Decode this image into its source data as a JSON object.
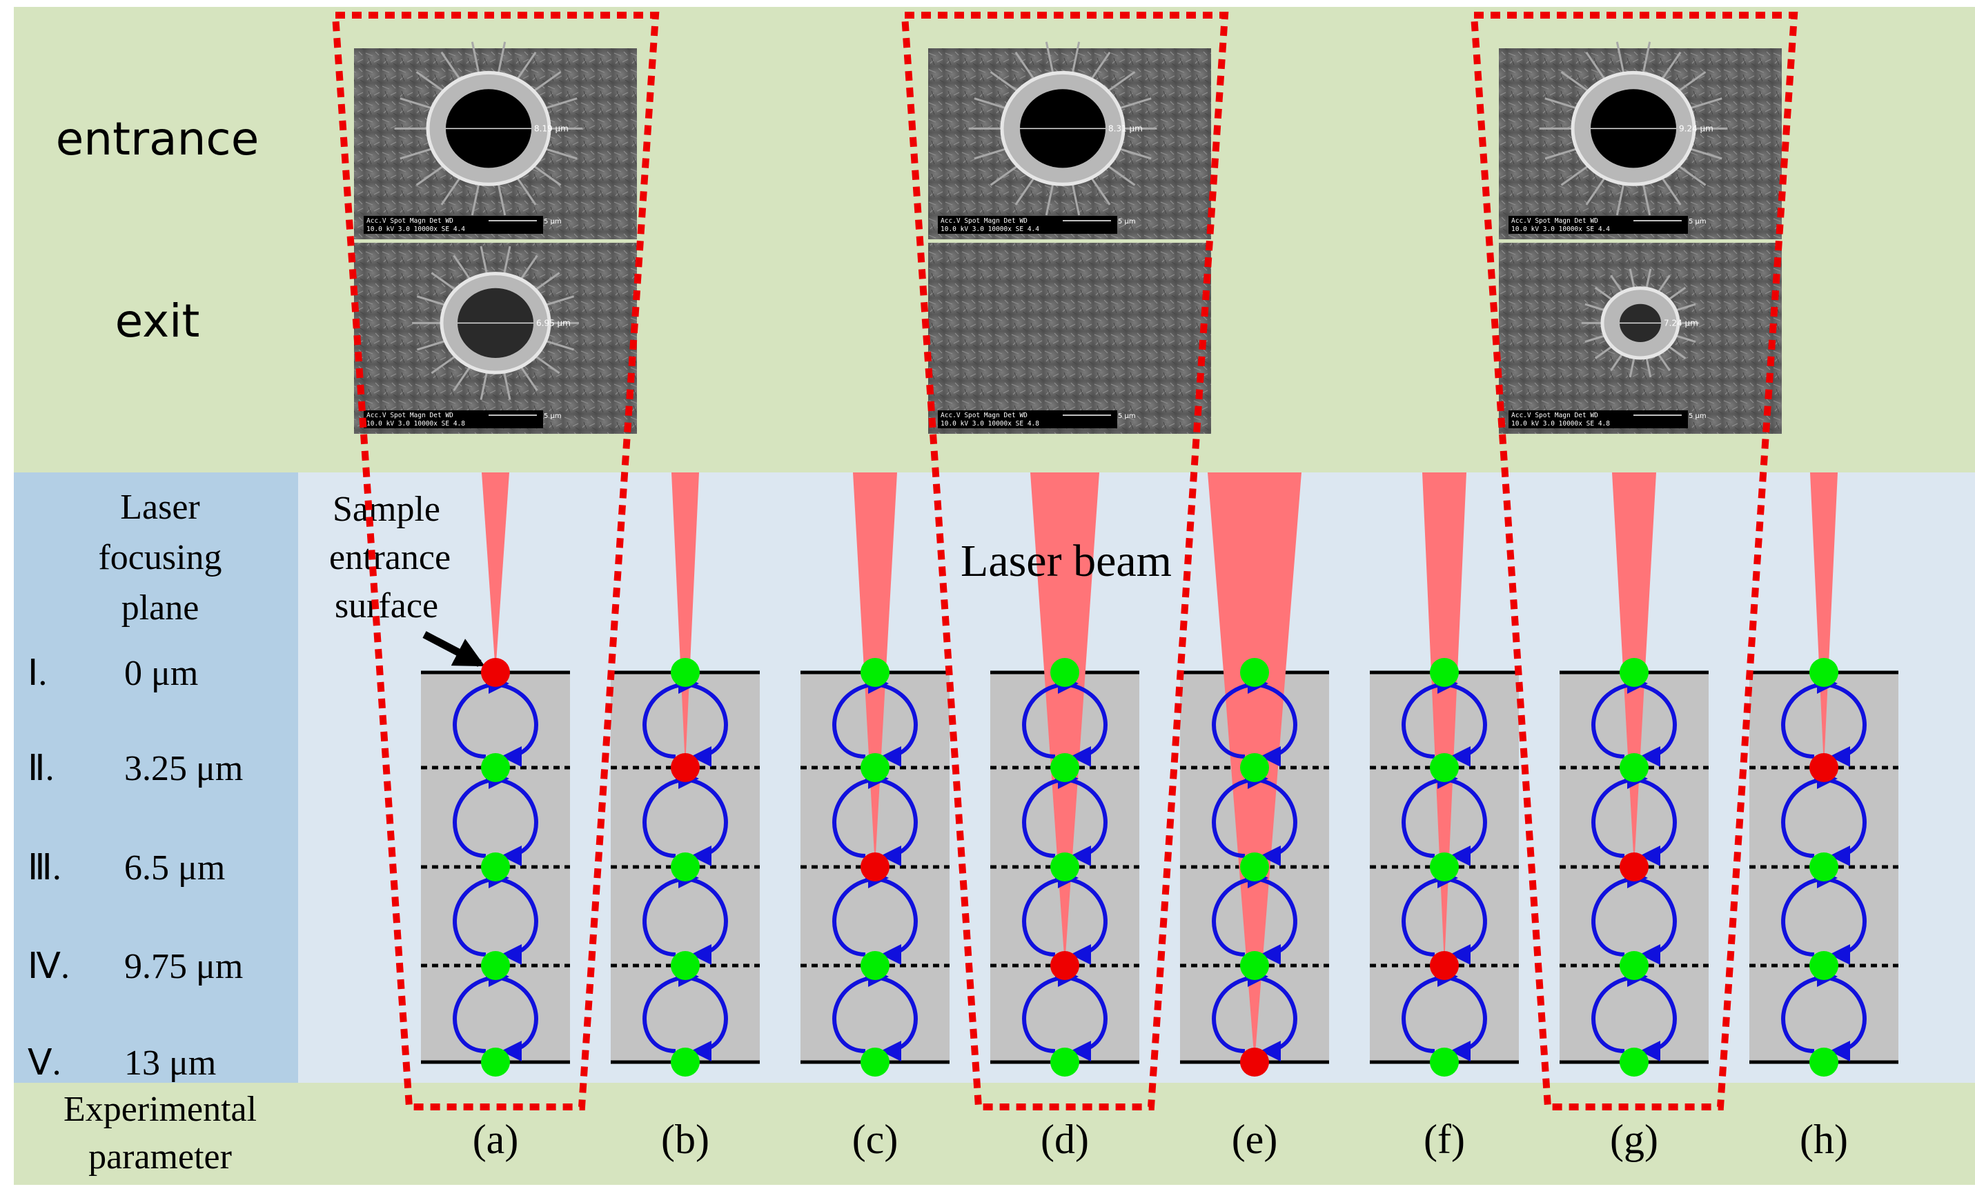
{
  "row_labels": {
    "entrance": "entrance",
    "exit": "exit"
  },
  "left_panel": {
    "title_lines": [
      "Laser",
      "focusing",
      "plane"
    ],
    "planes": [
      {
        "numeral": "Ⅰ.",
        "depth": "0 μm"
      },
      {
        "numeral": "Ⅱ.",
        "depth": "3.25 μm"
      },
      {
        "numeral": "Ⅲ.",
        "depth": "6.5 μm"
      },
      {
        "numeral": "Ⅳ.",
        "depth": "9.75 μm"
      },
      {
        "numeral": "Ⅴ.",
        "depth": "13 μm"
      }
    ],
    "footer_lines": [
      "Experimental",
      "parameter"
    ]
  },
  "annotations": {
    "sample_surface_lines": [
      "Sample",
      "entrance",
      "surface"
    ],
    "laser_beam": "Laser beam"
  },
  "columns": [
    {
      "label": "(a)",
      "focus_plane": 0,
      "beam": "narrow",
      "highlighted": true
    },
    {
      "label": "(b)",
      "focus_plane": 1,
      "beam": "narrow",
      "highlighted": false
    },
    {
      "label": "(c)",
      "focus_plane": 2,
      "beam": "medium",
      "highlighted": false
    },
    {
      "label": "(d)",
      "focus_plane": 3,
      "beam": "wide",
      "highlighted": true
    },
    {
      "label": "(e)",
      "focus_plane": 4,
      "beam": "widest",
      "highlighted": false
    },
    {
      "label": "(f)",
      "focus_plane": 3,
      "beam": "medium",
      "highlighted": false
    },
    {
      "label": "(g)",
      "focus_plane": 2,
      "beam": "medium",
      "highlighted": true
    },
    {
      "label": "(h)",
      "focus_plane": 1,
      "beam": "narrow",
      "highlighted": false
    }
  ],
  "sem_images": [
    {
      "column": "(a)",
      "entrance": {
        "scale_label": "5 μm",
        "measure_label": "8.19 μm",
        "info_lines": [
          "Acc.V  Spot Magn  Det  WD",
          "10.0 kV 3.0  10000x  SE  4.4"
        ]
      },
      "exit": {
        "scale_label": "5 μm",
        "measure_label": "6.95 μm",
        "info_lines": [
          "Acc.V  Spot Magn  Det  WD",
          "10.0 kV 3.0  10000x  SE  4.8"
        ]
      }
    },
    {
      "column": "(d)",
      "entrance": {
        "scale_label": "5 μm",
        "measure_label": "8.31 μm",
        "info_lines": [
          "Acc.V  Spot Magn  Det  WD",
          "10.0 kV 3.0  10000x  SE  4.4"
        ]
      },
      "exit": {
        "scale_label": "5 μm",
        "measure_label": "",
        "info_lines": [
          "Acc.V  Spot Magn  Det  WD",
          "10.0 kV 3.0  10000x  SE  4.8"
        ]
      }
    },
    {
      "column": "(g)",
      "entrance": {
        "scale_label": "5 μm",
        "measure_label": "9.24 μm",
        "info_lines": [
          "Acc.V  Spot Magn  Det  WD",
          "10.0 kV 3.0  10000x  SE  4.4"
        ]
      },
      "exit": {
        "scale_label": "5 μm",
        "measure_label": "7.24 μm",
        "info_lines": [
          "Acc.V  Spot Magn  Det  WD",
          "10.0 kV 3.0  10000x  SE  4.8"
        ]
      }
    }
  ],
  "colors": {
    "top_band": "#d6e4bf",
    "left_panel": "#b3cfe5",
    "middle_band": "#dce7f1",
    "sample": "#c3c3c3",
    "beam": "#ff7478",
    "dot_green": "#00ee00",
    "dot_red": "#ee0000",
    "arrow": "#1010dd",
    "dashed_box": "#ee0000"
  }
}
